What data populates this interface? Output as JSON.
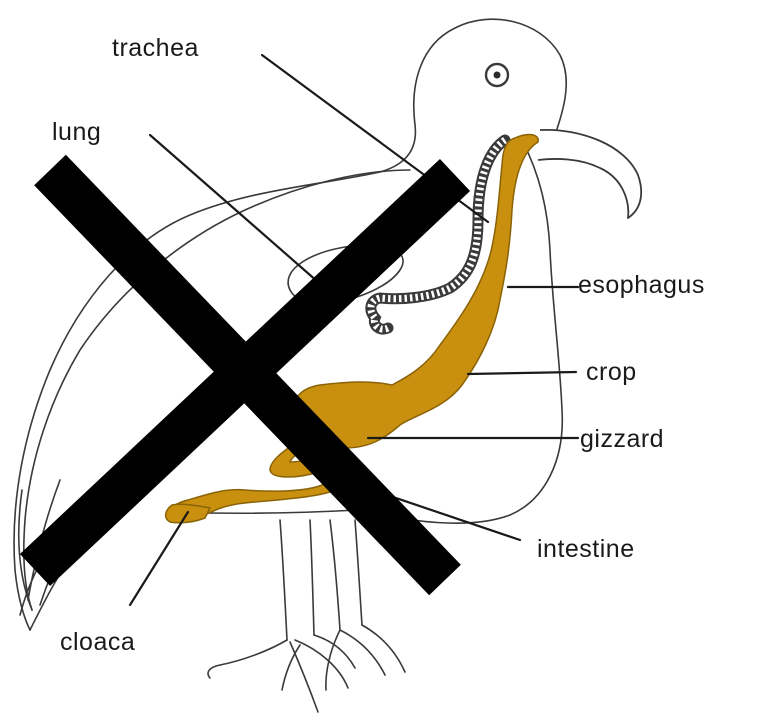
{
  "labels": {
    "trachea": "trachea",
    "lung": "lung",
    "esophagus": "esophagus",
    "crop": "crop",
    "gizzard": "gizzard",
    "intestine": "intestine",
    "cloaca": "cloaca"
  },
  "colors": {
    "digestive_tract": "#c8900e",
    "digestive_outline": "#8a6308",
    "outline": "#3a3a3a",
    "cross": "#000000",
    "background": "#ffffff"
  }
}
